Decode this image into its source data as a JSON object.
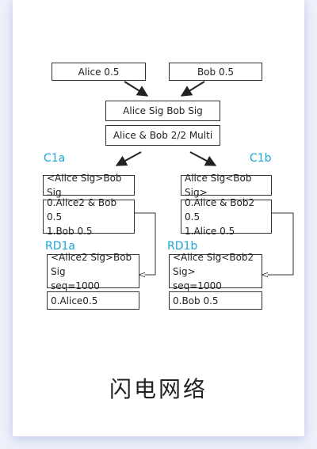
{
  "inputs": {
    "alice": "Alice 0.5",
    "bob": "Bob 0.5"
  },
  "funding": {
    "sigs": "Alice Sig Bob Sig",
    "multisig": "Alice  & Bob 2/2 Multi"
  },
  "c1a": {
    "label": "C1a",
    "sig": "<Alice Sig>Bob Sig",
    "outputs": [
      "0.Alice2 & Bob 0.5",
      "1.Bob 0.5"
    ]
  },
  "c1b": {
    "label": "C1b",
    "sig": "Alice Sig<Bob Sig>",
    "outputs": [
      "0.Alice  & Bob2 0.5",
      "1.Alice 0.5"
    ]
  },
  "rd1a": {
    "label": "RD1a",
    "sig": "<Alice2 Sig>Bob Sig",
    "seq": "seq=1000",
    "output": "0.Alice0.5"
  },
  "rd1b": {
    "label": "RD1b",
    "sig": "<Alice Sig<Bob2 Sig>",
    "seq": "seq=1000",
    "output": "0.Bob 0.5"
  },
  "title": "闪电网络",
  "colors": {
    "label": "#1aa6d9",
    "line": "#333333",
    "background": "#eef1fa"
  }
}
